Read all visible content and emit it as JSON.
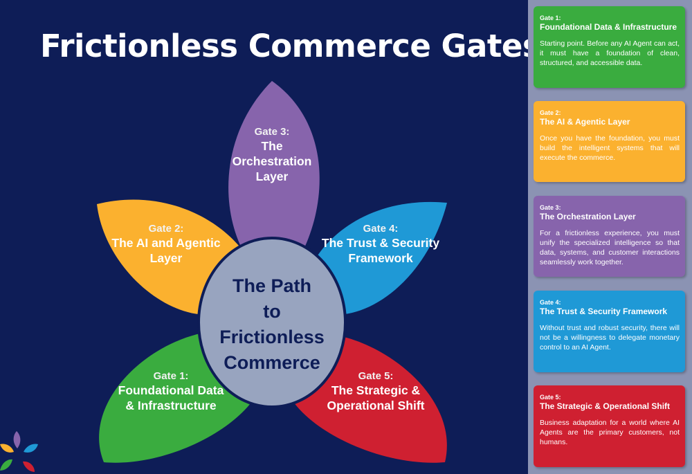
{
  "title": "Frictionless Commerce Gates",
  "center": "The Path\nto\nFrictionless\nCommerce",
  "colors": {
    "background": "#0e1d57",
    "sidebar": "#8b93b3",
    "gate1": "#3aac3f",
    "gate2": "#fbb12f",
    "gate3": "#8764ac",
    "gate4": "#1f99d6",
    "gate5": "#cf2031",
    "center": "#98a4bf"
  },
  "petals": {
    "gate1": {
      "gate": "Gate 1:",
      "title": "Foundational Data\n& Infrastructure"
    },
    "gate2": {
      "gate": "Gate 2:",
      "title": "The AI and Agentic\nLayer"
    },
    "gate3": {
      "gate": "Gate 3:",
      "title": "The\nOrchestration\nLayer"
    },
    "gate4": {
      "gate": "Gate 4:",
      "title": "The Trust & Security\nFramework"
    },
    "gate5": {
      "gate": "Gate 5:",
      "title": "The Strategic &\nOperational Shift"
    }
  },
  "cards": [
    {
      "gate": "Gate 1:",
      "title": "Foundational Data & Infrastructure",
      "body": "Starting point. Before any AI Agent can act, it must have a foundation of clean, structured, and accessible data."
    },
    {
      "gate": "Gate 2:",
      "title": "The AI & Agentic Layer",
      "body": "Once you have the foundation, you must build the intelligent systems that will execute the commerce."
    },
    {
      "gate": "Gate 3:",
      "title": "The Orchestration Layer",
      "body": "For a frictionless experience, you must unify the specialized intelligence so that data, systems, and customer interactions seamlessly work together."
    },
    {
      "gate": "Gate 4:",
      "title": "The Trust & Security Framework",
      "body": "Without trust and robust security, there will not be a willingness to delegate monetary control to an AI Agent."
    },
    {
      "gate": "Gate 5:",
      "title": "The Strategic & Operational Shift",
      "body": "Business adaptation for a world where AI Agents are the primary customers, not humans."
    }
  ]
}
